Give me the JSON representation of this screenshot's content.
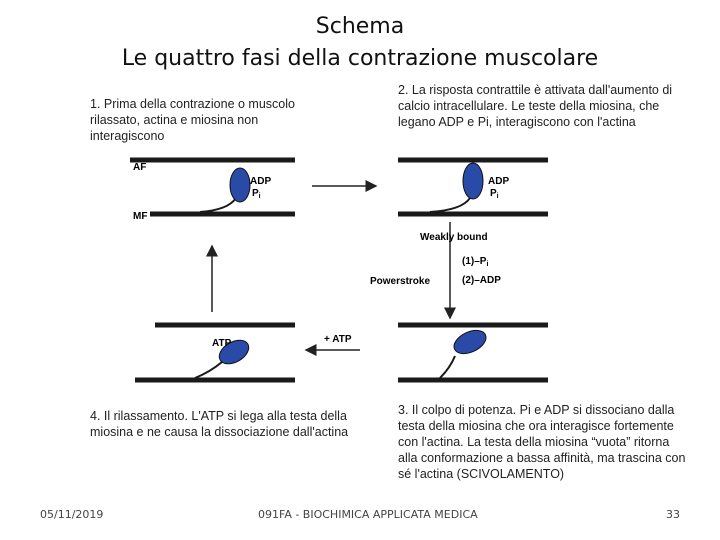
{
  "title": {
    "line1": "Schema",
    "line2": "Le quattro fasi della contrazione muscolare"
  },
  "steps": {
    "step1": "1. Prima della contrazione o muscolo rilassato, actina e miosina non interagiscono",
    "step2": "2. La risposta contrattile è attivata dall'aumento di calcio intracellulare. Le teste della miosina, che legano ADP e Pi, interagiscono con l'actina",
    "step3": "3. Il colpo di potenza. Pi e ADP si dissociano dalla testa della miosina che ora interagisce fortemente con l'actina. La testa della miosina “vuota” ritorna alla conformazione a bassa affinità, ma trascina con sé l'actina (SCIVOLAMENTO)",
    "step4": "4. Il rilassamento. L'ATP si lega alla testa della miosina e ne causa la dissociazione dall'actina"
  },
  "diagram": {
    "af_label": "AF",
    "mf_label": "MF",
    "adp_label": "ADP",
    "pi_label": "P",
    "pi_sub": "i",
    "weakly_bound": "Weakly bound",
    "step_release_pi": "(1)–P",
    "step_release_pi_sub": "i",
    "step_release_adp": "(2)–ADP",
    "powerstroke": "Powerstroke",
    "plus_atp": "+ ATP",
    "atp_label": "ATP"
  },
  "footer": {
    "date": "05/11/2019",
    "course": "091FA - BIOCHIMICA APPLICATA MEDICA",
    "page": "33"
  },
  "colors": {
    "head": "#2a4aa8",
    "filament": "#1a1a1a"
  }
}
